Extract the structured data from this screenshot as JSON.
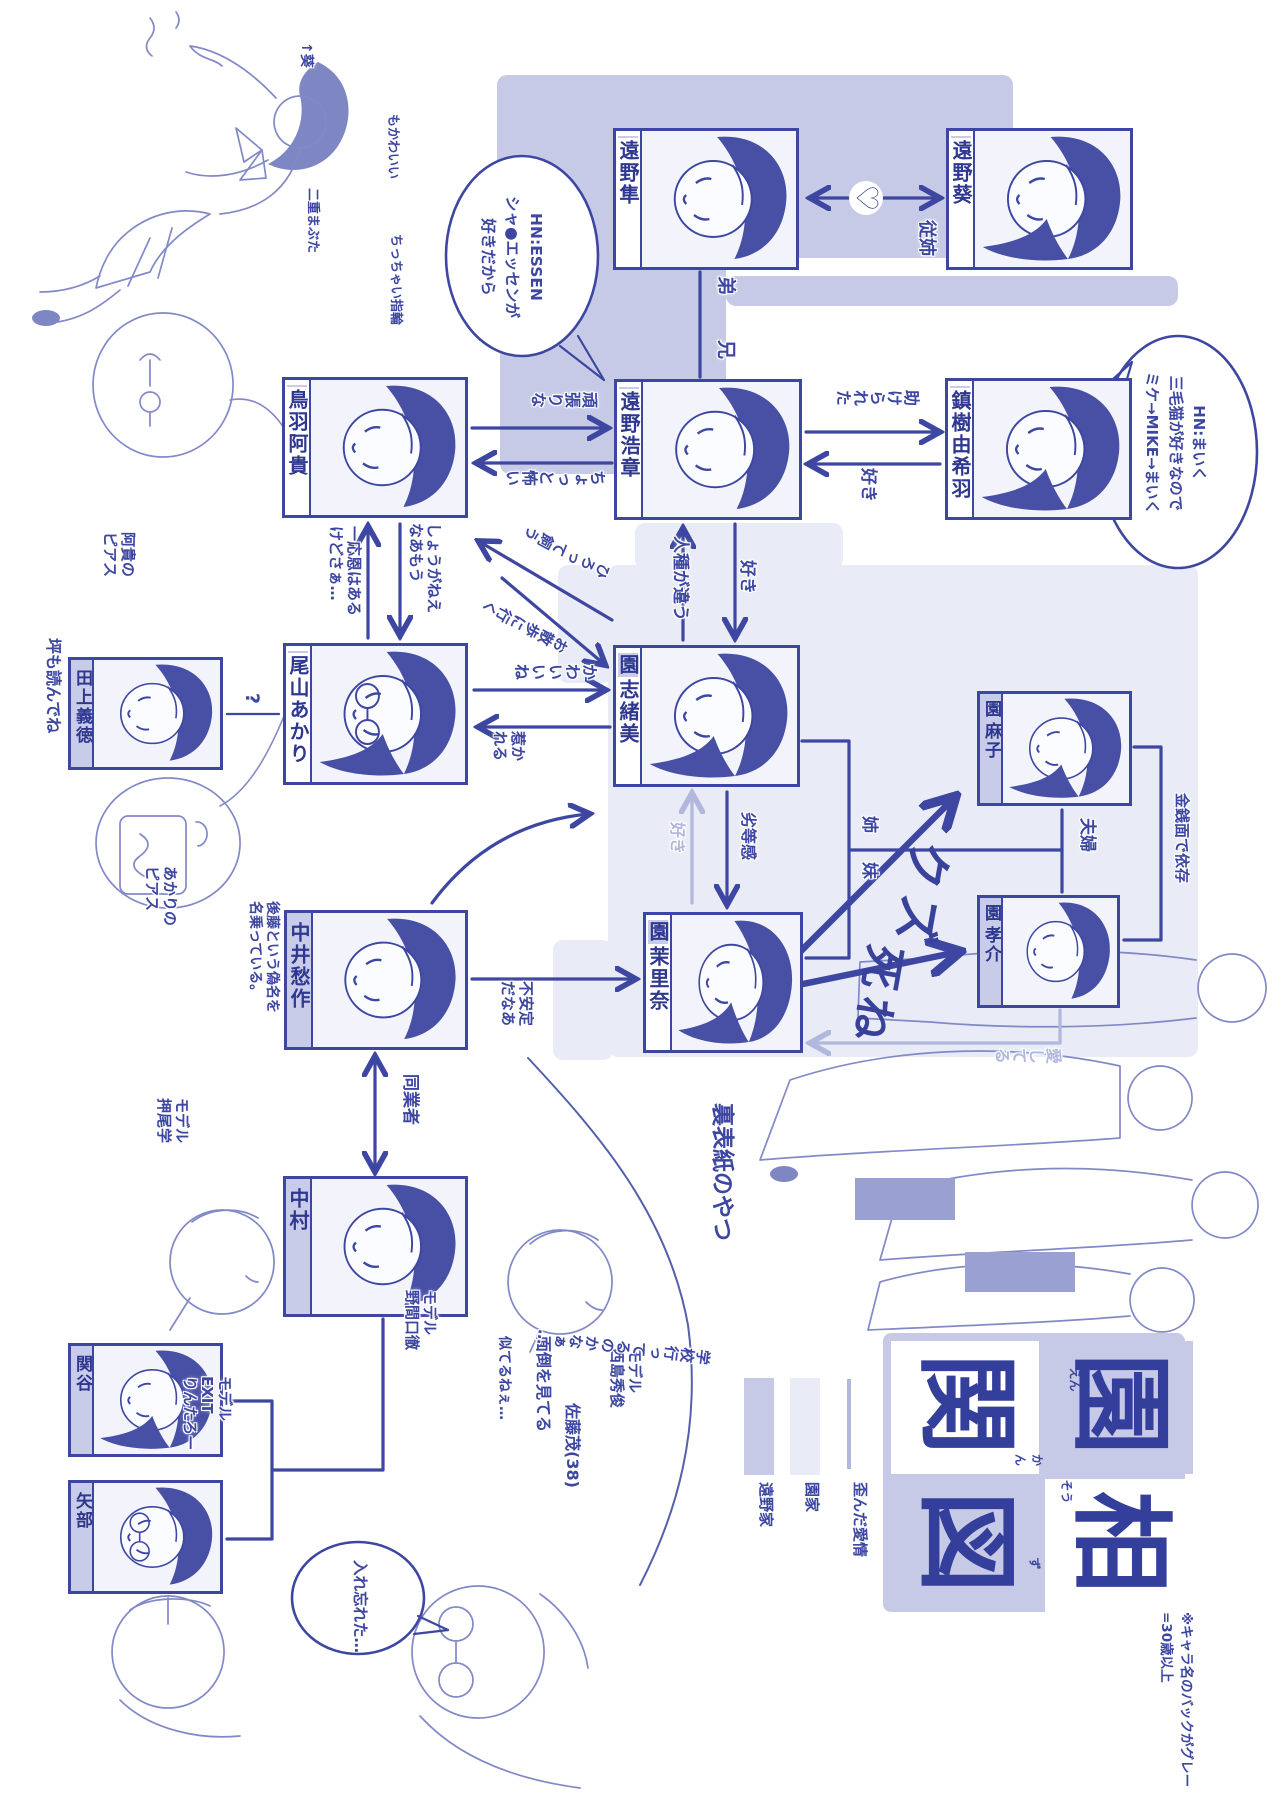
{
  "title": {
    "chars": [
      {
        "char": "園",
        "furi": "えん"
      },
      {
        "char": "相",
        "furi": "そう"
      },
      {
        "char": "関",
        "furi": "かん"
      },
      {
        "char": "図",
        "furi": "ず"
      }
    ],
    "note": [
      "※キャラ名のバックがグレー",
      "=30歳以上"
    ]
  },
  "legend": {
    "items": [
      {
        "label": "遠野家",
        "swatch": "dark"
      },
      {
        "label": "園家",
        "swatch": "light"
      },
      {
        "label": "歪んだ愛情",
        "swatch": "line"
      }
    ]
  },
  "nodes": [
    {
      "id": "tono_jun",
      "family": "",
      "name": "遠野隼"
    },
    {
      "id": "tono_aoi",
      "family": "",
      "name": "遠野葵"
    },
    {
      "id": "tono_hiroaki",
      "family": "",
      "name": "遠野浩章"
    },
    {
      "id": "shizuki_yukiha",
      "family": "",
      "name": "鎮樹由希羽"
    },
    {
      "id": "toba_aki",
      "family": "",
      "name": "鳥羽阿貴"
    },
    {
      "id": "oyama_akari",
      "family": "",
      "name": "尾山あかり"
    },
    {
      "id": "tagami_yoshinori",
      "family": "",
      "name": "田上義徳"
    },
    {
      "id": "sono_shiomi",
      "family": "園",
      "name": "志緒美"
    },
    {
      "id": "sono_asako",
      "family": "園",
      "name": "麻子"
    },
    {
      "id": "sono_kosuke",
      "family": "園",
      "name": "孝介"
    },
    {
      "id": "sono_marina",
      "family": "園",
      "name": "茉里奈"
    },
    {
      "id": "nakai_shusaku",
      "family": "",
      "name": "中井愁作"
    },
    {
      "id": "nakamura",
      "family": "",
      "name": "中村"
    },
    {
      "id": "sekiya",
      "family": "",
      "name": "関谷"
    },
    {
      "id": "yabe",
      "family": "",
      "name": "矢部"
    }
  ],
  "bubbles": {
    "essen": {
      "lines": [
        "HN:ESSEN",
        "シャ●エッセンが",
        "好きだから"
      ]
    },
    "maiku": {
      "lines": [
        "HN:まいく",
        "三毛猫が好きなので",
        "ミケ→MIKE→まいく"
      ]
    },
    "wasure": {
      "lines": [
        "入れ忘れた…"
      ]
    }
  },
  "labels": {
    "jyushi": "従姉",
    "otouto": "弟",
    "ani": "兄",
    "tasukerareta": "助けられた",
    "suki_yukiha": "好き",
    "ganbarina": "頑張りな",
    "chotto_kowai": "ちょっと怖い",
    "hirotte_kau": "ひろって飼う",
    "osanpo": "お散歩に行く",
    "ichiou_on": [
      "一応恩はある",
      "けどさぁ…"
    ],
    "shouganee": [
      "しょうがねえ",
      "なあもう"
    ],
    "kawaiine": "かわいいね",
    "hikareru": [
      "惹か",
      "れる"
    ],
    "jinshu": "人種が違う",
    "suki_hiroaki": "好き",
    "suki_marina": "好き",
    "rettoukan": "劣等感",
    "ane": "姉",
    "imouto": "妹",
    "fuufu": "夫婦",
    "kinsen": "金銭面で依存",
    "aishiteru": "愛してる",
    "kuzu": "クズ",
    "shine": "死ね",
    "fuantei": [
      "不安定",
      "だなあ"
    ],
    "dougyousha": "同業者",
    "mendou": "面倒を見てる",
    "hatena": "?",
    "goto_note": [
      "後藤という偽名を",
      "名乗っている。"
    ],
    "tsubo": "坪も読んでね",
    "aki_pierce": [
      "阿貴の",
      "ピアス"
    ],
    "akari_pierce": [
      "あかりの",
      "ピアス"
    ],
    "model_oshio": [
      "モデル",
      "押尾学"
    ],
    "model_nishijima": [
      "モデル",
      "西島秀俊"
    ],
    "niteru": "似てるねぇ…",
    "model_nomaguchi": [
      "モデル",
      "野間口徹"
    ],
    "model_exit": [
      "モデル",
      "EXIT",
      "りんたろー"
    ],
    "sato": "佐藤茂(38)",
    "gakkou": "学校行ってるのかなぁ…",
    "uraomote": "裏表紙のやつ",
    "futae": "二重まぶた",
    "chicchai": "ちっちゃい指輪",
    "mokawaii": "もかわいい",
    "aoi_arrow": "↑葵"
  },
  "colors": {
    "ink": "#3d47a1",
    "tono_family_bg": "#c7cae6",
    "sono_family_bg": "#e9ebf6",
    "faded_arrow": "#b2b8dd",
    "plate_gray": "#c9cce8"
  }
}
